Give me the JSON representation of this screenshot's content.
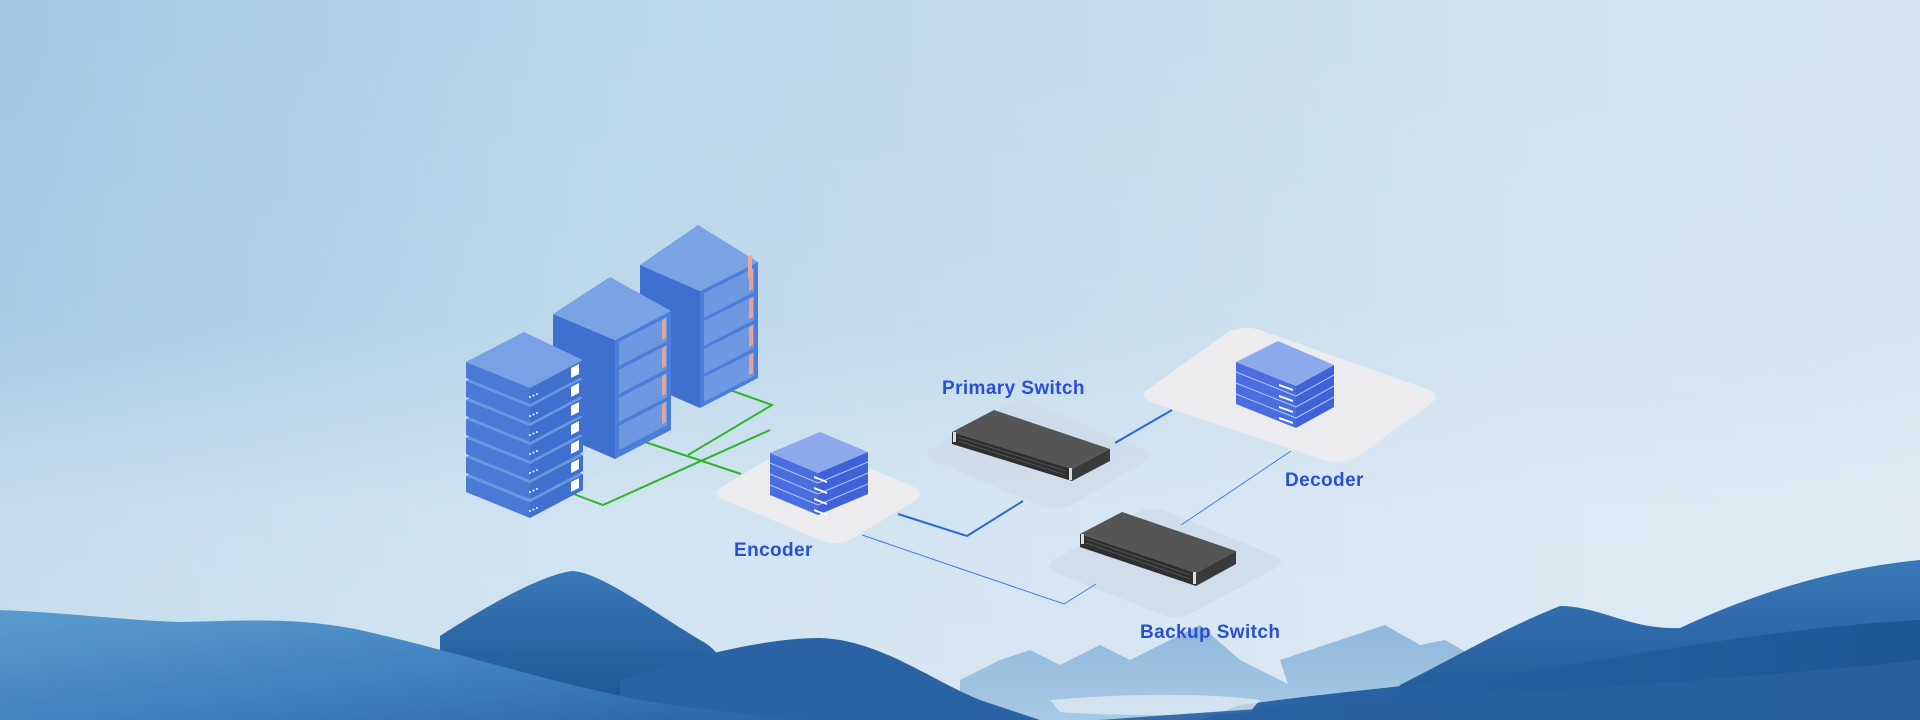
{
  "diagram": {
    "title": "Video transmission network with redundant switching",
    "nodes": [
      {
        "id": "server-cluster",
        "label": "",
        "type": "server-racks"
      },
      {
        "id": "encoder",
        "label": "Encoder",
        "type": "encoder-device"
      },
      {
        "id": "primary-switch",
        "label": "Primary Switch",
        "type": "network-switch"
      },
      {
        "id": "backup-switch",
        "label": "Backup Switch",
        "type": "network-switch"
      },
      {
        "id": "decoder",
        "label": "Decoder",
        "type": "decoder-device"
      }
    ],
    "edges": [
      {
        "from": "server-cluster",
        "to": "encoder",
        "style": "green"
      },
      {
        "from": "encoder",
        "to": "primary-switch",
        "style": "primary-blue"
      },
      {
        "from": "encoder",
        "to": "backup-switch",
        "style": "backup-blue"
      },
      {
        "from": "primary-switch",
        "to": "decoder",
        "style": "primary-blue"
      },
      {
        "from": "backup-switch",
        "to": "decoder",
        "style": "backup-blue"
      }
    ],
    "colors": {
      "label": "#2a4fd4",
      "server_blue": "#4a7fd6",
      "device_blue": "#4f73e6",
      "switch_dark": "#4a4a4a",
      "link_green": "#2db52d",
      "link_blue": "#2f6ad4",
      "platform": "#ececee",
      "mountain": "#2d6aa8"
    }
  }
}
